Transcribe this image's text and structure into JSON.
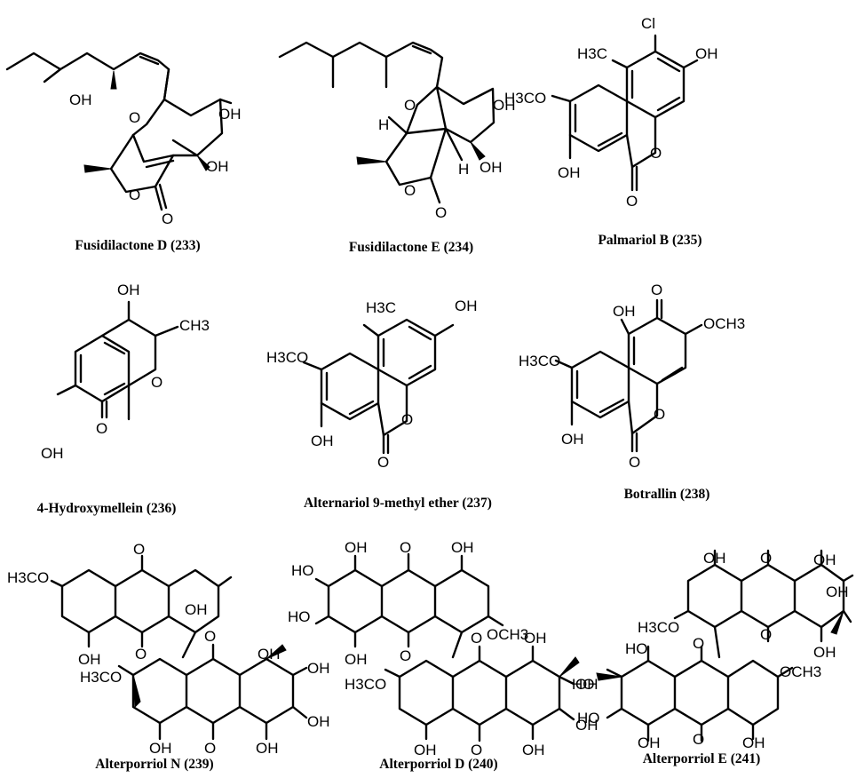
{
  "compounds": [
    {
      "name": "Fusidilactone D (233)"
    },
    {
      "name": "Fusidilactone E (234)"
    },
    {
      "name": "Palmariol B (235)"
    },
    {
      "name": "4-Hydroxymellein (236)"
    },
    {
      "name": "Alternariol 9-methyl ether (237)"
    },
    {
      "name": "Botrallin (238)"
    },
    {
      "name": "Alterporriol N (239)"
    },
    {
      "name": "Alterporriol D (240)"
    },
    {
      "name": "Alterporriol E (241)"
    }
  ],
  "atoms": {
    "oh": "OH",
    "ho": "HO",
    "o": "O",
    "h": "H",
    "cl": "Cl",
    "ch3": "CH3",
    "h3c": "H3C",
    "h3co": "H3CO",
    "och3": "OCH3"
  }
}
